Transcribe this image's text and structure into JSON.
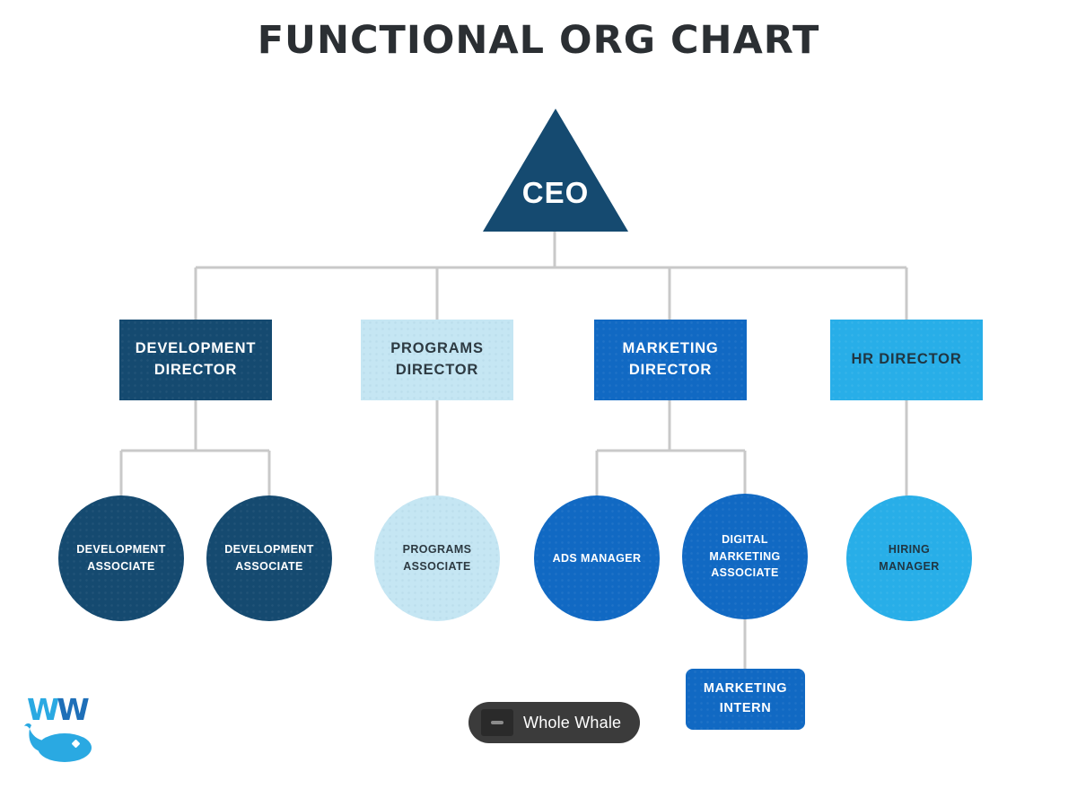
{
  "title": "FUNCTIONAL ORG CHART",
  "org": {
    "ceo": {
      "label": "CEO"
    },
    "directors": [
      {
        "label": "DEVELOPMENT DIRECTOR",
        "reports": [
          {
            "label": "DEVELOPMENT ASSOCIATE"
          },
          {
            "label": "DEVELOPMENT ASSOCIATE"
          }
        ]
      },
      {
        "label": "PROGRAMS DIRECTOR",
        "reports": [
          {
            "label": "PROGRAMS ASSOCIATE"
          }
        ]
      },
      {
        "label": "MARKETING DIRECTOR",
        "reports": [
          {
            "label": "ADS MANAGER"
          },
          {
            "label": "DIGITAL MARKETING ASSOCIATE",
            "reports": [
              {
                "label": "MARKETING INTERN"
              }
            ]
          }
        ]
      },
      {
        "label": "HR DIRECTOR",
        "reports": [
          {
            "label": "HIRING MANAGER"
          }
        ]
      }
    ]
  },
  "branding": {
    "badge_label": "Whole Whale",
    "logo_w1": "W",
    "logo_w2": "W"
  },
  "colors": {
    "navy": "#154a70",
    "blue": "#1169c3",
    "light_blue": "#c5e6f3",
    "cyan": "#28aee8",
    "connector_gray": "#c9c9c9",
    "title_text": "#2b2f33",
    "badge_bg": "#3b3b3b",
    "logo_cyan": "#2aa9e2",
    "logo_blue": "#1e6fb8"
  }
}
